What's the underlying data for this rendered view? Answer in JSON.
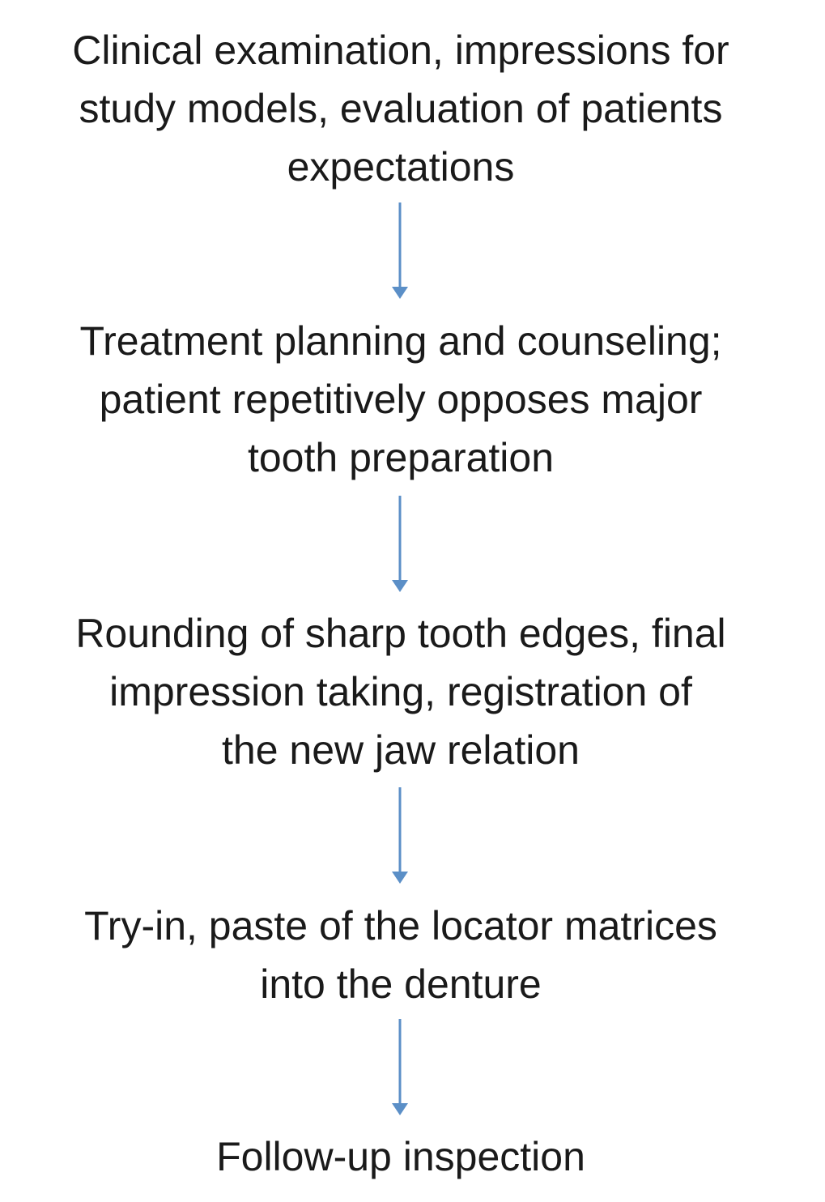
{
  "steps": [
    {
      "lines": [
        "Clinical examination, impressions for",
        "study models, evaluation of patients",
        "expectations"
      ]
    },
    {
      "lines": [
        "Treatment planning and counseling;",
        "patient repetitively opposes major",
        "tooth preparation"
      ]
    },
    {
      "lines": [
        "Rounding of sharp tooth edges, final",
        "impression taking, registration of",
        "the new jaw relation"
      ]
    },
    {
      "lines": [
        "Try-in, paste of the locator matrices",
        "into the denture"
      ]
    },
    {
      "lines": [
        "Follow-up inspection"
      ]
    }
  ],
  "colors": {
    "text": "#1a1a1a",
    "arrow": "#5b8fc7",
    "background": "#ffffff"
  },
  "icons": {
    "connector": "arrow-down-icon"
  }
}
